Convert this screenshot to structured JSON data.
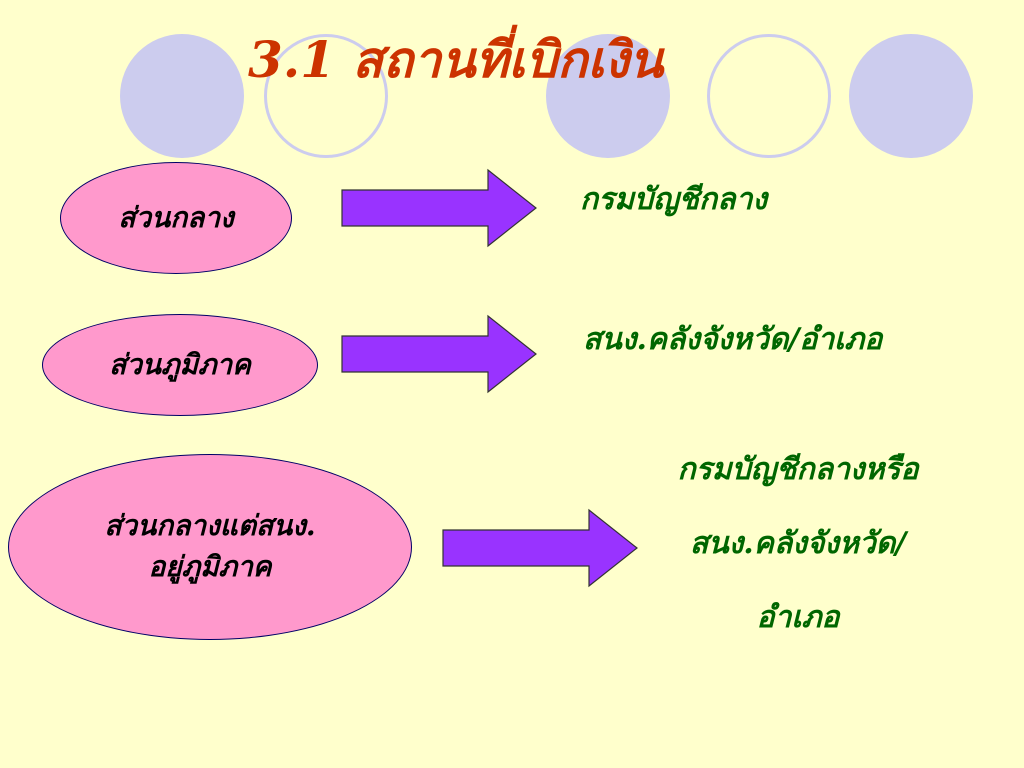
{
  "title": "3.1 สถานที่เบิกเงิน",
  "colors": {
    "background": "#ffffcc",
    "title": "#cc3300",
    "ellipse_fill": "#ff99cc",
    "ellipse_border": "#000066",
    "arrow_fill": "#9933ff",
    "arrow_border": "#333333",
    "destination_text": "#006600",
    "decoration": "#ccccee"
  },
  "rows": [
    {
      "source": [
        "ส่วนกลาง"
      ],
      "destination": [
        "กรมบัญชีกลาง"
      ]
    },
    {
      "source": [
        "ส่วนภูมิภาค"
      ],
      "destination": [
        "สนง.คลังจังหวัด/อำเภอ"
      ]
    },
    {
      "source": [
        "ส่วนกลางแต่สนง.",
        "อยู่ภูมิภาค"
      ],
      "destination": [
        "กรมบัญชีกลางหรือ",
        "สนง.คลังจังหวัด/",
        "อำเภอ"
      ]
    }
  ]
}
